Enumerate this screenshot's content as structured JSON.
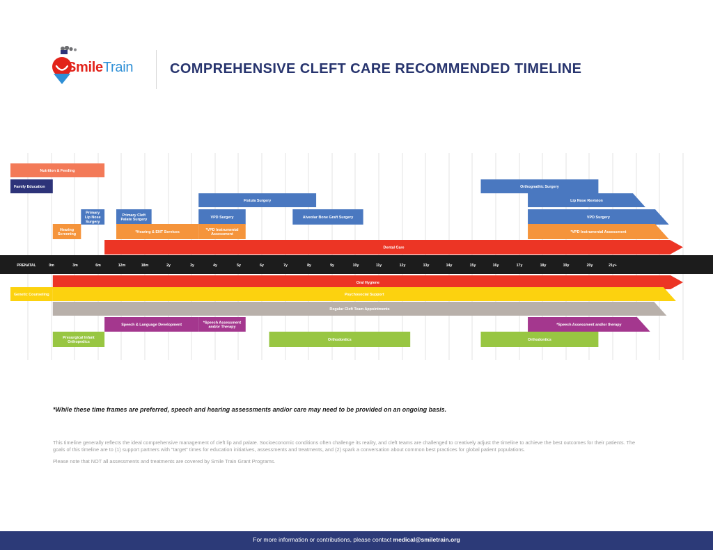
{
  "header": {
    "logo_smile": "Smile",
    "logo_train": "Train",
    "title": "COMPREHENSIVE CLEFT CARE RECOMMENDED TIMELINE"
  },
  "colors": {
    "salmon": "#f37a58",
    "navy": "#2d3379",
    "blue": "#4a78c0",
    "orange": "#f5943b",
    "red": "#ec3525",
    "yellow": "#fcd20f",
    "gray": "#b8b0aa",
    "purple": "#a4378e",
    "green": "#98c642",
    "axis": "#1c1c1c"
  },
  "timeline": {
    "ticks": [
      "PRENATAL",
      "0m",
      "3m",
      "6m",
      "12m",
      "18m",
      "2y",
      "3y",
      "4y",
      "5y",
      "6y",
      "7y",
      "8y",
      "9y",
      "10y",
      "11y",
      "12y",
      "13y",
      "14y",
      "15y",
      "16y",
      "17y",
      "18y",
      "19y",
      "20y",
      "21y+"
    ],
    "bars": [
      {
        "label": "Nutrition & Feeding",
        "color": "salmon",
        "start": 0,
        "end": 4,
        "row": 0,
        "align": "center",
        "arrow": false
      },
      {
        "label": "Family Education",
        "color": "navy",
        "start": 0,
        "end": 1.8,
        "row": 1,
        "align": "left",
        "arrow": false
      },
      {
        "label": "Orthognathic Surgery",
        "color": "blue",
        "start": 20,
        "end": 25,
        "row": 1,
        "align": "center",
        "arrow": false
      },
      {
        "label": "Fistula Surgery",
        "color": "blue",
        "start": 8,
        "end": 13,
        "row": 2,
        "align": "center",
        "arrow": false
      },
      {
        "label": "Lip Nose Revision",
        "color": "blue",
        "start": 22,
        "end": 27,
        "row": 2,
        "align": "center",
        "arrow": true
      },
      {
        "label": "Primary Lip Nose Surgery",
        "color": "blue",
        "start": 3,
        "end": 4,
        "row": 3,
        "align": "center",
        "arrow": false
      },
      {
        "label": "Primary Cleft Palate Surgery",
        "color": "blue",
        "start": 4.5,
        "end": 6,
        "row": 3,
        "align": "center",
        "arrow": false
      },
      {
        "label": "VPD Surgery",
        "color": "blue",
        "start": 8,
        "end": 10,
        "row": 3,
        "align": "center",
        "arrow": false
      },
      {
        "label": "Alveolar Bone Graft Surgery",
        "color": "blue",
        "start": 12,
        "end": 15,
        "row": 3,
        "align": "center",
        "arrow": false
      },
      {
        "label": "VPD Surgery",
        "color": "blue",
        "start": 22,
        "end": 28,
        "row": 3,
        "align": "center",
        "arrow": true
      },
      {
        "label": "Hearing Screening",
        "color": "orange",
        "start": 1.8,
        "end": 3,
        "row": 4,
        "align": "center",
        "arrow": false
      },
      {
        "label": "*Hearing & ENT Services",
        "color": "orange",
        "start": 4.5,
        "end": 8,
        "row": 4,
        "align": "center",
        "arrow": false
      },
      {
        "label": "*VPD Instrumental Assessment",
        "color": "orange",
        "start": 8,
        "end": 10,
        "row": 4,
        "align": "center",
        "arrow": false
      },
      {
        "label": "*VPD Instrumental Assessment",
        "color": "orange",
        "start": 22,
        "end": 28,
        "row": 4,
        "align": "center",
        "arrow": true
      },
      {
        "label": "Dental Care",
        "color": "red",
        "start": 4,
        "end": 28.6,
        "row": 5,
        "align": "center",
        "arrow": true
      },
      {
        "label": "Oral Hygiene",
        "color": "red",
        "start": 1.8,
        "end": 28.6,
        "row": 6,
        "align": "center",
        "arrow": true
      },
      {
        "label": "Genetic Counseling",
        "color": "yellow",
        "start": 0,
        "end": 1.8,
        "row": 7,
        "align": "left",
        "arrow": false
      },
      {
        "label": "Psychosocial Support",
        "color": "yellow",
        "start": 1.8,
        "end": 28.3,
        "row": 7,
        "align": "center",
        "arrow": true
      },
      {
        "label": "Regular Cleft Team Appointments",
        "color": "gray",
        "start": 1.8,
        "end": 27.9,
        "row": 8,
        "align": "center",
        "arrow": true
      },
      {
        "label": "Speech & Language Development",
        "color": "purple",
        "start": 4,
        "end": 8,
        "row": 9,
        "align": "center",
        "arrow": false
      },
      {
        "label": "*Speech Assessment and/or Therapy",
        "color": "purple",
        "start": 8,
        "end": 10,
        "row": 9,
        "align": "center",
        "arrow": false
      },
      {
        "label": "*Speech Assessment and/or therapy",
        "color": "purple",
        "start": 22,
        "end": 27.2,
        "row": 9,
        "align": "center",
        "arrow": true
      },
      {
        "label": "Presurgical Infant Orthopedics",
        "color": "green",
        "start": 1.8,
        "end": 4,
        "row": 10,
        "align": "center",
        "arrow": false
      },
      {
        "label": "Orthodontics",
        "color": "green",
        "start": 11,
        "end": 17,
        "row": 10,
        "align": "center",
        "arrow": false
      },
      {
        "label": "Orthodontics",
        "color": "green",
        "start": 20,
        "end": 25,
        "row": 10,
        "align": "center",
        "arrow": false
      }
    ]
  },
  "note": "*While these time frames are preferred, speech and hearing assessments and/or care may need to be provided on an ongoing basis.",
  "disclaimer": {
    "p1": "This timeline generally reflects the ideal comprehensive management of cleft lip and palate. Socioeconomic conditions often challenge its reality, and cleft teams are challenged to creatively adjust the timeline to achieve the best outcomes for their patients. The goals of this timeline are to (1) support partners with \"target\" times for education initiatives, assessments and treatments, and (2) spark a conversation about common best practices for global patient populations.",
    "p2": "Please note that NOT all assessments and treatments are covered by Smile Train Grant Programs."
  },
  "footer": {
    "text": "For more information or contributions, please contact ",
    "email": "medical@smiletrain.org"
  }
}
